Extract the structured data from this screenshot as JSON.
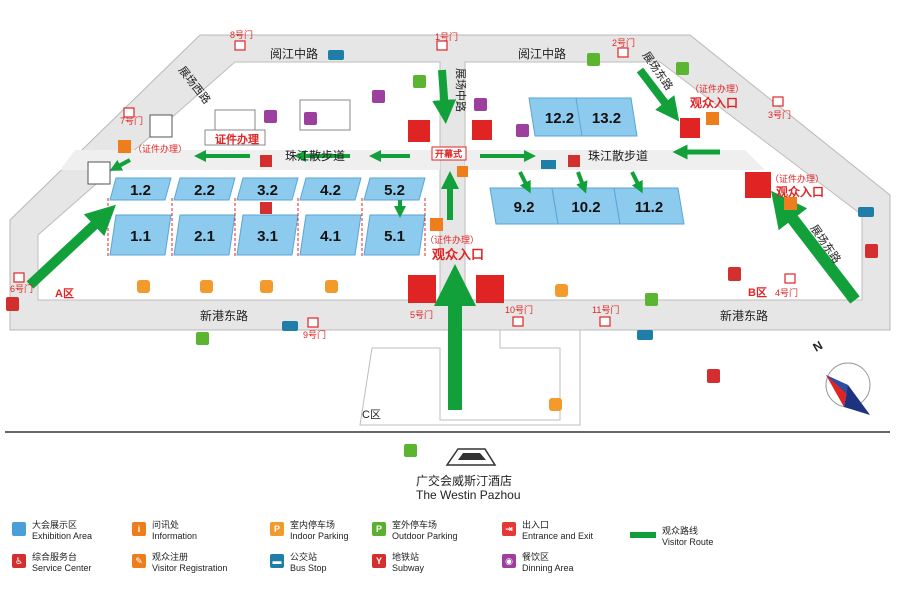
{
  "roads": {
    "yuejiang_mid": "阅江中路",
    "xingang_east": "新港东路",
    "zhujiang_walk": "珠江散步道",
    "west_road": "展场西路",
    "mid_road": "展场中路",
    "east_road": "展场东路"
  },
  "halls_a": [
    "1.2",
    "2.2",
    "3.2",
    "4.2",
    "5.2",
    "1.1",
    "2.1",
    "3.1",
    "4.1",
    "5.1"
  ],
  "halls_b": [
    "12.2",
    "13.2",
    "9.2",
    "10.2",
    "11.2"
  ],
  "zones": {
    "a": "A区",
    "b": "B区",
    "c": "C区"
  },
  "gates": {
    "g1": "1号门",
    "g2": "2号门",
    "g3": "3号门",
    "g4": "4号门",
    "g5": "5号门",
    "g6": "6号门",
    "g7": "7号门",
    "g8": "8号门",
    "g9": "9号门",
    "g10": "10号门",
    "g11": "11号门"
  },
  "labels": {
    "cert_paren": "（证件办理）",
    "cert": "证件办理",
    "visitor_entrance": "观众入口",
    "opening_ceremony": "开幕式",
    "hotel_cn": "广交会威斯汀酒店",
    "hotel_en": "The Westin Pazhou",
    "north": "N"
  },
  "legend": [
    {
      "id": "exhibition",
      "icon": "",
      "color": "#4a9fd8",
      "cn": "大会展示区",
      "en": "Exhibition Area"
    },
    {
      "id": "info",
      "icon": "i",
      "color": "#ee7d1c",
      "cn": "问讯处",
      "en": "Information"
    },
    {
      "id": "indoor-parking",
      "icon": "P",
      "color": "#f39a2c",
      "cn": "室内停车场",
      "en": "Indoor Parking"
    },
    {
      "id": "outdoor-parking",
      "icon": "P",
      "color": "#5bb030",
      "cn": "室外停车场",
      "en": "Outdoor Parking"
    },
    {
      "id": "entrance-exit",
      "icon": "⇥",
      "color": "#e53935",
      "cn": "出入口",
      "en": "Entrance and Exit"
    },
    {
      "id": "service",
      "icon": "♿",
      "color": "#d32f2f",
      "cn": "综合服务台",
      "en": "Service Center"
    },
    {
      "id": "registration",
      "icon": "✎",
      "color": "#ee7d1c",
      "cn": "观众注册",
      "en": "Visitor Registration"
    },
    {
      "id": "bus",
      "icon": "▬",
      "color": "#1f7ea8",
      "cn": "公交站",
      "en": "Bus Stop"
    },
    {
      "id": "subway",
      "icon": "Y",
      "color": "#d32f2f",
      "cn": "地铁站",
      "en": "Subway"
    },
    {
      "id": "dining",
      "icon": "◉",
      "color": "#9c3f9e",
      "cn": "餐饮区",
      "en": "Dinning Area"
    },
    {
      "id": "route",
      "icon": "",
      "color": "#119e3a",
      "cn": "观众路线",
      "en": "Visitor Route"
    }
  ],
  "colors": {
    "hall": "#8ccaee",
    "hall_edge": "#5aa6d6",
    "road": "#e4e4e4",
    "route": "#12a03a",
    "red": "#e02424",
    "orange": "#f0891f",
    "green": "#5cb531"
  }
}
